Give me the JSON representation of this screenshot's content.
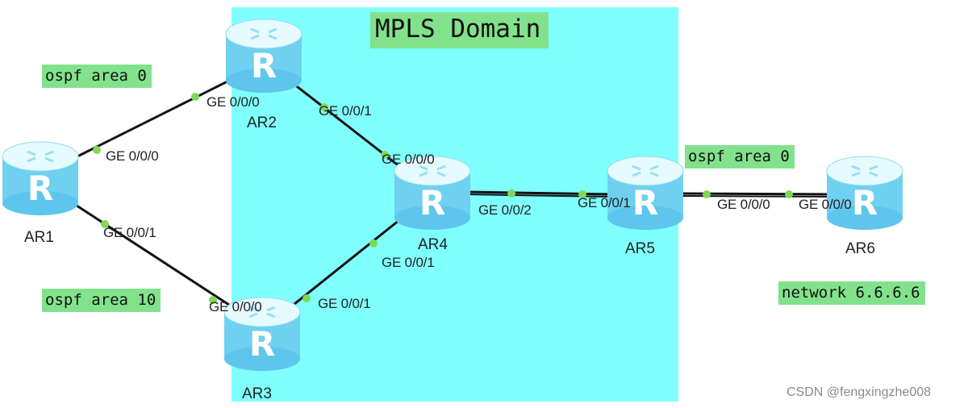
{
  "domain_title": "MPLS Domain",
  "colors": {
    "domain_fill": "#80ffff",
    "label_fill": "#82e28c",
    "link": "#111111",
    "port_dot": "#7ed957",
    "router_top": "#e6fbff",
    "router_body": "#6fd0f0"
  },
  "router_icon": "router-icon",
  "router_icon_glyph": "R",
  "routers": [
    {
      "id": "AR1",
      "label": "AR1"
    },
    {
      "id": "AR2",
      "label": "AR2"
    },
    {
      "id": "AR3",
      "label": "AR3"
    },
    {
      "id": "AR4",
      "label": "AR4"
    },
    {
      "id": "AR5",
      "label": "AR5"
    },
    {
      "id": "AR6",
      "label": "AR6"
    }
  ],
  "links": [
    {
      "from": "AR1",
      "to": "AR2",
      "from_port": "GE 0/0/0",
      "to_port": "GE 0/0/0"
    },
    {
      "from": "AR1",
      "to": "AR3",
      "from_port": "GE 0/0/1",
      "to_port": "GE 0/0/0"
    },
    {
      "from": "AR2",
      "to": "AR4",
      "from_port": "GE 0/0/1",
      "to_port": "GE 0/0/0"
    },
    {
      "from": "AR3",
      "to": "AR4",
      "from_port": "GE 0/0/1",
      "to_port": "GE 0/0/1"
    },
    {
      "from": "AR4",
      "to": "AR5",
      "from_port": "GE 0/0/2",
      "to_port": "GE 0/0/1"
    },
    {
      "from": "AR5",
      "to": "AR6",
      "from_port": "GE 0/0/0",
      "to_port": "GE 0/0/0"
    }
  ],
  "annotations": {
    "ospf_area_0_left": "ospf area 0",
    "ospf_area_10": "ospf area 10",
    "ospf_area_0_right": "ospf area 0",
    "network": "network 6.6.6.6"
  },
  "watermark": "CSDN @fengxingzhe008"
}
